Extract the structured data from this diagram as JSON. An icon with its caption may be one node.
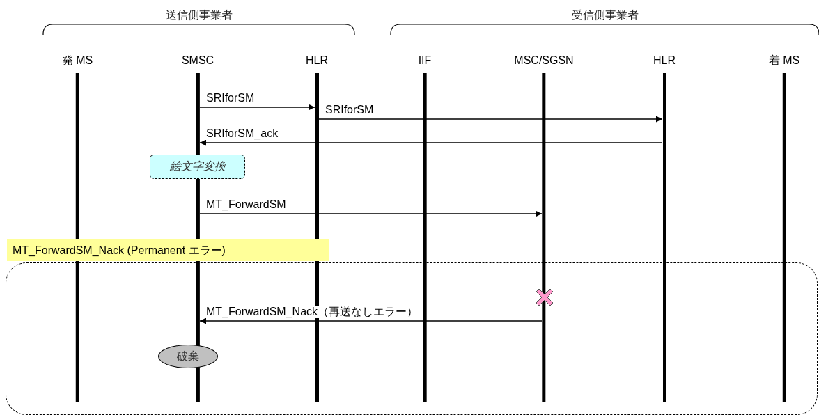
{
  "diagram": {
    "nodes": [
      {
        "text": [
          "発 MS"
        ]
      },
      {
        "text": [
          "SMSC"
        ]
      },
      {
        "text": [
          "HLR"
        ]
      },
      {
        "text": [
          "IIF"
        ]
      },
      {
        "text": [
          "MSC/SGSN"
        ]
      },
      {
        "text": [
          "HLR"
        ]
      },
      {
        "text": [
          "着 MS"
        ]
      },
      {
        "text": [
          "絵文字変換"
        ]
      },
      {
        "text": [
          "MT_ForwardSM_Nack (Permanent エラー)"
        ]
      },
      {
        "text": [
          "破棄"
        ],
        "in": 8
      }
    ],
    "edges": [
      {
        "from": 1,
        "to": 2,
        "arrow": "to",
        "label": "SRIforSM"
      },
      {
        "from": 2,
        "to": 5,
        "arrow": "to",
        "label": "SRIforSM"
      },
      {
        "from": 5,
        "to": 1,
        "arrow": "to",
        "label": "SRIforSM_ack"
      },
      {
        "from": 1,
        "to": 4,
        "arrow": "to",
        "label": "MT_ForwardSM"
      },
      {
        "from": 4,
        "to": 1,
        "arrow": "to",
        "label": "MT_ForwardSM_Nack（再送なしエラー）"
      }
    ],
    "labels": [
      "送信側事業者",
      "受信側事業者"
    ]
  }
}
